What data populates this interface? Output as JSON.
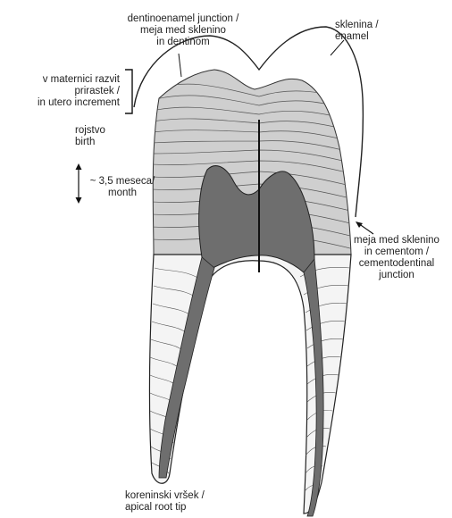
{
  "labels": {
    "dej": {
      "line1": "dentinoenamel junction /",
      "line2": "meja med sklenino",
      "line3": "in dentinom"
    },
    "enamel": {
      "line1": "sklenina /",
      "line2": "enamel"
    },
    "in_utero": {
      "line1": "v maternici razvit",
      "line2": "prirastek /",
      "line3": "in utero increment"
    },
    "birth": {
      "line1": "rojstvo",
      "line2": "birth"
    },
    "interval": {
      "line1": "~ 3,5 meseca/",
      "line2": "month"
    },
    "cej": {
      "line1": "meja med sklenino",
      "line2": "in cementom /",
      "line3": "cementodentinal",
      "line4": "junction"
    },
    "apex": {
      "line1": "koreninski vršek /",
      "line2": "apical root tip"
    }
  },
  "colors": {
    "ink": "#222222",
    "crown_fill": "#c9c9c9",
    "pulp_fill": "#6e6e6e",
    "root_fill": "#f4f4f4"
  }
}
